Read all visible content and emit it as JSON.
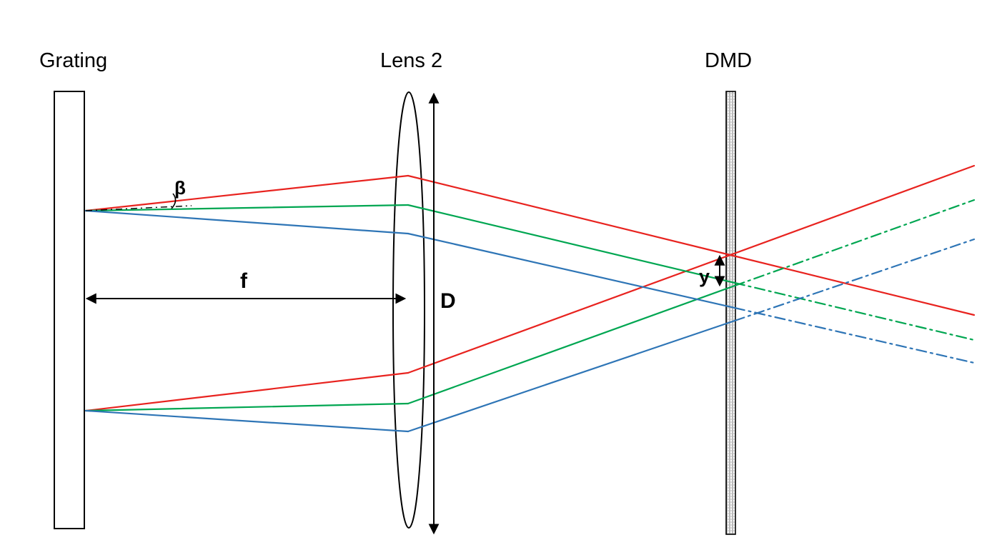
{
  "diagram": {
    "title_labels": {
      "grating": "Grating",
      "lens": "Lens 2",
      "dmd": "DMD"
    },
    "annotations": {
      "focal_length": "f",
      "lens_diameter": "D",
      "diffraction_angle": "β",
      "spot_offset": "y"
    },
    "colors": {
      "ray_red": "#e8231f",
      "ray_green": "#00a651",
      "ray_blue": "#2e75b6",
      "outline": "#000000"
    }
  }
}
